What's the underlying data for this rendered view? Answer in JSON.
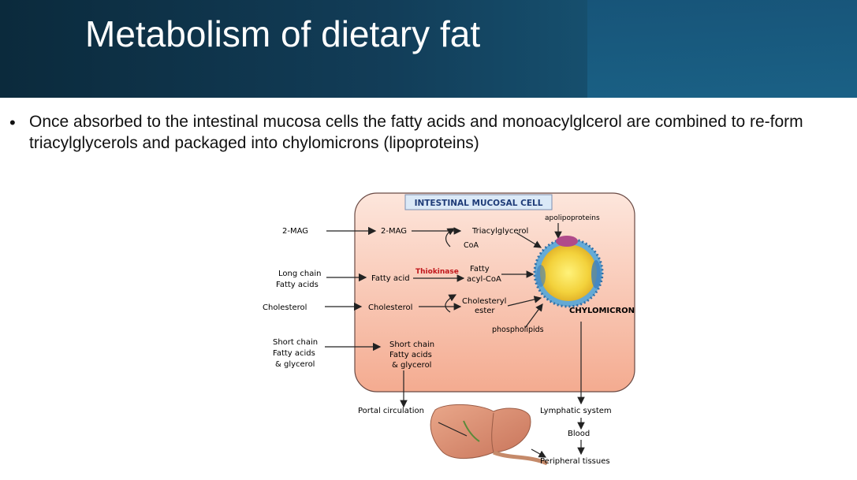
{
  "slide": {
    "title": "Metabolism of dietary fat",
    "bullet": "Once absorbed to the intestinal mucosa cells the fatty acids and monoacylglcerol are combined to re-form triacylglycerols and packaged into chylomicrons (lipoproteins)"
  },
  "diagram": {
    "cell_label": "INTESTINAL MUCOSAL CELL",
    "outside_inputs": {
      "mag": "2-MAG",
      "long_chain_1": "Long chain",
      "long_chain_2": "Fatty acids",
      "cholesterol": "Cholesterol",
      "short_chain_1": "Short chain",
      "short_chain_2": "Fatty acids",
      "short_chain_3": "& glycerol"
    },
    "inside": {
      "mag": "2-MAG",
      "fatty_acid": "Fatty acid",
      "cholesterol": "Cholesterol",
      "short_chain_1": "Short chain",
      "short_chain_2": "Fatty acids",
      "short_chain_3": "& glycerol",
      "triacylglycerol": "Triacylglycerol",
      "coa": "CoA",
      "thiokinase": "Thiokinase",
      "fatty_acyl_1": "Fatty",
      "fatty_acyl_2": "acyl-CoA",
      "cholesteryl_1": "Cholesteryl",
      "cholesteryl_2": "ester",
      "apolipoproteins": "apolipoproteins",
      "phospholipids": "phospholipids",
      "chylomicron": "CHYLOMICRON"
    },
    "outputs": {
      "portal": "Portal circulation",
      "lymphatic": "Lymphatic system",
      "blood": "Blood",
      "peripheral": "Peripheral tissues"
    },
    "colors": {
      "cell_fill": "#f6b9a2",
      "label_box": "#dbe9f7",
      "label_text": "#1f3c78",
      "thiokinase": "#c0161b"
    }
  }
}
